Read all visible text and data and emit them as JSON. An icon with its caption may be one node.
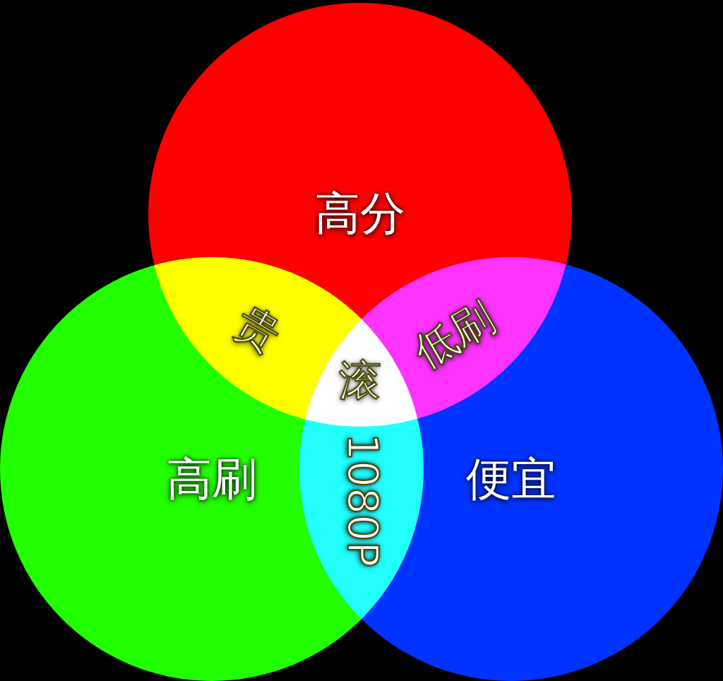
{
  "diagram": {
    "nodes": [
      {
        "text": [
          "高分"
        ]
      },
      {
        "text": [
          "高刷"
        ]
      },
      {
        "text": [
          "便宜"
        ]
      }
    ],
    "labels": [
      "贵",
      "低刷",
      "滚",
      "1080P"
    ]
  }
}
